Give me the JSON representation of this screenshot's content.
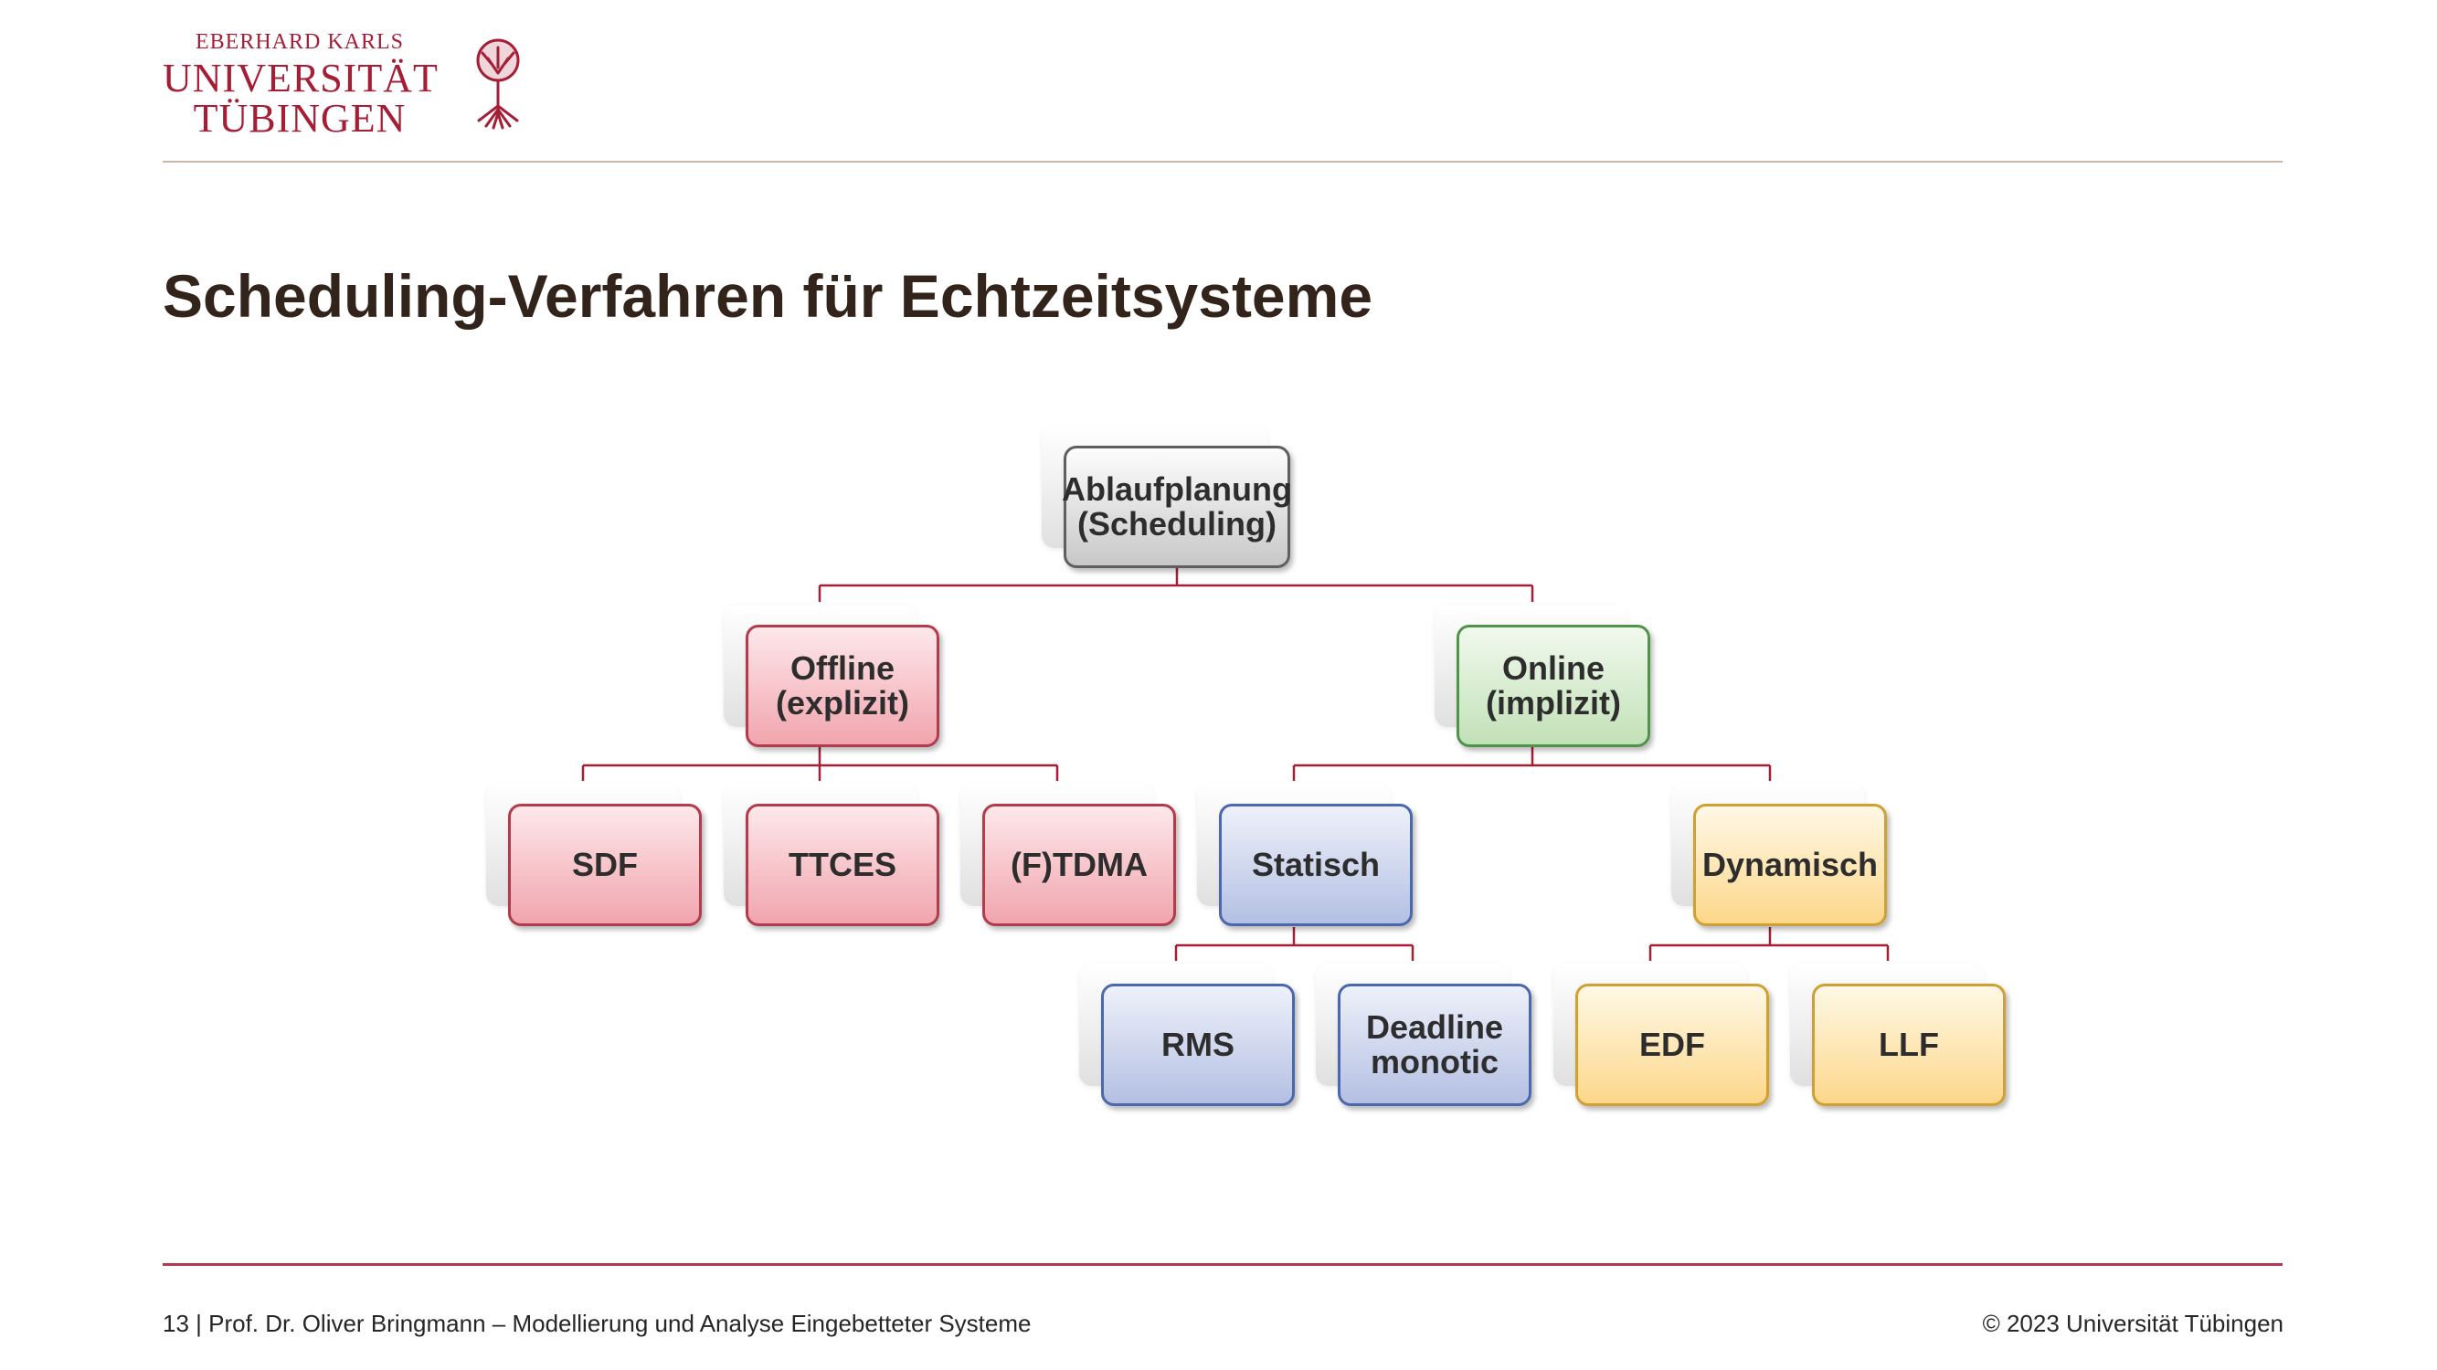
{
  "header": {
    "logo_line1": "EBERHARD KARLS",
    "logo_line2": "UNIVERSITÄT",
    "logo_line3": "TÜBINGEN",
    "logo_icon": "university-tree-seal"
  },
  "title": "Scheduling-Verfahren für Echtzeitsysteme",
  "diagram": {
    "connector_color": "#a51e36",
    "nodes": {
      "ablaufplanung": {
        "label": "Ablaufplanung\n(Scheduling)",
        "color": "gray"
      },
      "offline": {
        "label": "Offline\n(explizit)",
        "color": "red"
      },
      "online": {
        "label": "Online\n(implizit)",
        "color": "green"
      },
      "sdf": {
        "label": "SDF",
        "color": "red"
      },
      "ttces": {
        "label": "TTCES",
        "color": "red"
      },
      "ftdma": {
        "label": "(F)TDMA",
        "color": "red"
      },
      "statisch": {
        "label": "Statisch",
        "color": "blue"
      },
      "dynamisch": {
        "label": "Dynamisch",
        "color": "yellow"
      },
      "rms": {
        "label": "RMS",
        "color": "blue"
      },
      "deadline": {
        "label": "Deadline\nmonotic",
        "color": "blue"
      },
      "edf": {
        "label": "EDF",
        "color": "yellow"
      },
      "llf": {
        "label": "LLF",
        "color": "yellow"
      }
    },
    "edges": [
      [
        "ablaufplanung",
        "offline"
      ],
      [
        "ablaufplanung",
        "online"
      ],
      [
        "offline",
        "sdf"
      ],
      [
        "offline",
        "ttces"
      ],
      [
        "offline",
        "ftdma"
      ],
      [
        "online",
        "statisch"
      ],
      [
        "online",
        "dynamisch"
      ],
      [
        "statisch",
        "rms"
      ],
      [
        "statisch",
        "deadline"
      ],
      [
        "dynamisch",
        "edf"
      ],
      [
        "dynamisch",
        "llf"
      ]
    ]
  },
  "footer": {
    "left": "13 | Prof. Dr. Oliver Bringmann – Modellierung und Analyse Eingebetteter Systeme",
    "right": "© 2023 Universität Tübingen"
  }
}
